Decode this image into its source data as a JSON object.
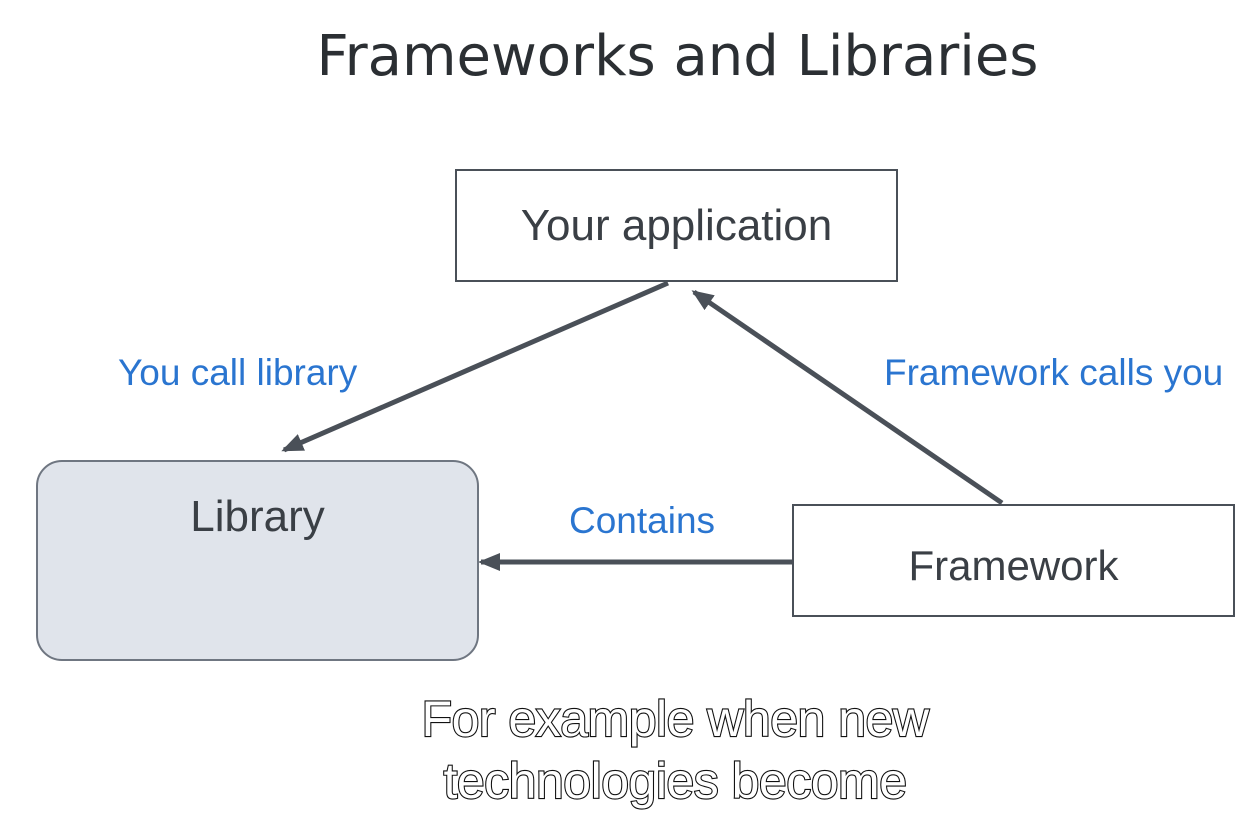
{
  "title": "Frameworks and Libraries",
  "nodes": {
    "application": "Your application",
    "library": "Library",
    "framework": "Framework"
  },
  "edges": {
    "you_call_library": "You call library",
    "framework_calls_you": "Framework calls you",
    "contains": "Contains"
  },
  "subtitles": {
    "line1": "For example when new",
    "line2": "technologies become"
  },
  "colors": {
    "title": "#2b2f33",
    "edge_label": "#2a75d0",
    "arrow": "#4a5058",
    "library_fill": "#e0e4eb"
  }
}
